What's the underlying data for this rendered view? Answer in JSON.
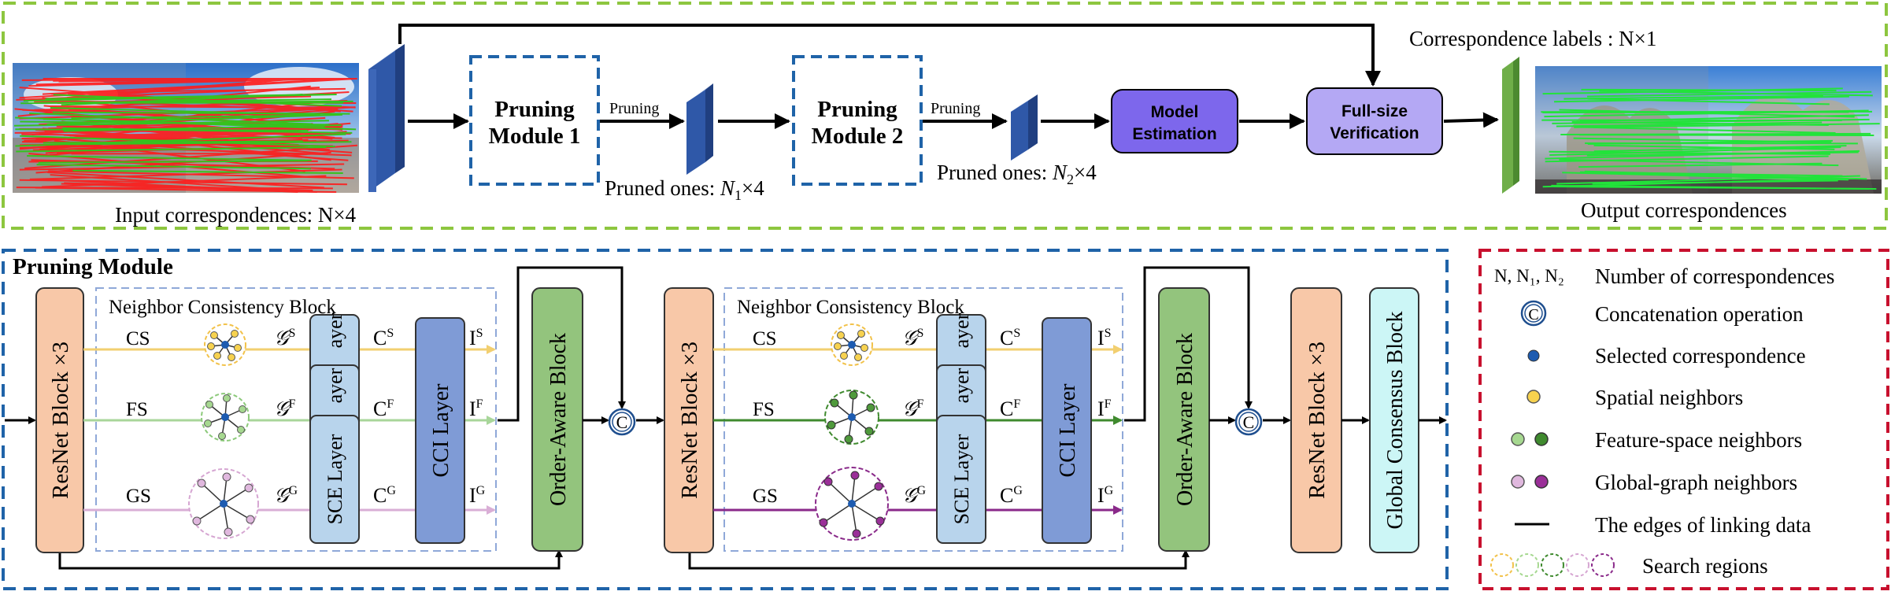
{
  "top": {
    "input_caption": "Input correspondences: N×4",
    "pruning_module_1": [
      "Pruning",
      "Module 1"
    ],
    "pruning_module_2": [
      "Pruning",
      "Module 2"
    ],
    "pruning_arrow_label": "Pruning",
    "pruned_1_prefix": "Pruned ones: ",
    "pruned_1_var": "N",
    "pruned_1_sub": "1",
    "pruned_1_suffix": "×4",
    "pruned_2_prefix": "Pruned ones: ",
    "pruned_2_var": "N",
    "pruned_2_sub": "2",
    "pruned_2_suffix": "×4",
    "model_estimation": [
      "Model",
      "Estimation"
    ],
    "full_size_verification": [
      "Full-size",
      "Verification"
    ],
    "correspondence_labels": "Correspondence labels : N×1",
    "output_caption": "Output correspondences"
  },
  "module": {
    "title": "Pruning Module",
    "resnet_label": "ResNet Block ×3",
    "ncb_label": "Neighbor Consistency Block",
    "branches": [
      "CS",
      "FS",
      "GS"
    ],
    "graph_sup": [
      "S",
      "F",
      "G"
    ],
    "c_sup": [
      "S",
      "F",
      "G"
    ],
    "i_sup": [
      "S",
      "F",
      "G"
    ],
    "graph_letter": "𝒢",
    "c_letter": "C",
    "i_letter": "I",
    "sce_label": "SCE Layer",
    "sce_partial_label": "ayer",
    "cci_label": "CCI Layer",
    "order_aware_label": "Order-Aware Block",
    "concat_symbol": "C",
    "global_consensus_label": "Global Consensus Block"
  },
  "legend": {
    "items": [
      {
        "symbol": "N, N₁, N₂",
        "text": "Number of correspondences"
      },
      {
        "symbol": "concat-icon",
        "text": "Concatenation operation"
      },
      {
        "symbol": "selected-dot-icon",
        "text": "Selected correspondence"
      },
      {
        "symbol": "spatial-dot-icon",
        "text": "Spatial neighbors"
      },
      {
        "symbol": "feature-dots-icon",
        "text": "Feature-space neighbors"
      },
      {
        "symbol": "global-dots-icon",
        "text": "Global-graph neighbors"
      },
      {
        "symbol": "line-icon",
        "text": "The edges of linking data"
      },
      {
        "symbol": "search-circles-icon",
        "text": "Search regions"
      }
    ]
  },
  "colors": {
    "top_border": "#8dc63f",
    "module_border": "#1f63a8",
    "legend_border": "#c8102e",
    "resnet": "#f8c8a8",
    "sce": "#b8d4ec",
    "cci": "#7f9bd6",
    "order_aware": "#93c47d",
    "global_consensus": "#ccf6f6",
    "model_estimation": "#7d67ec",
    "verification": "#b4a8f4",
    "cs_line": "#f2cf70",
    "fs_line_light": "#a8d69a",
    "fs_line_dark": "#3f8a2e",
    "gs_line_light": "#d9aed6",
    "gs_line_dark": "#8a2a8a"
  }
}
